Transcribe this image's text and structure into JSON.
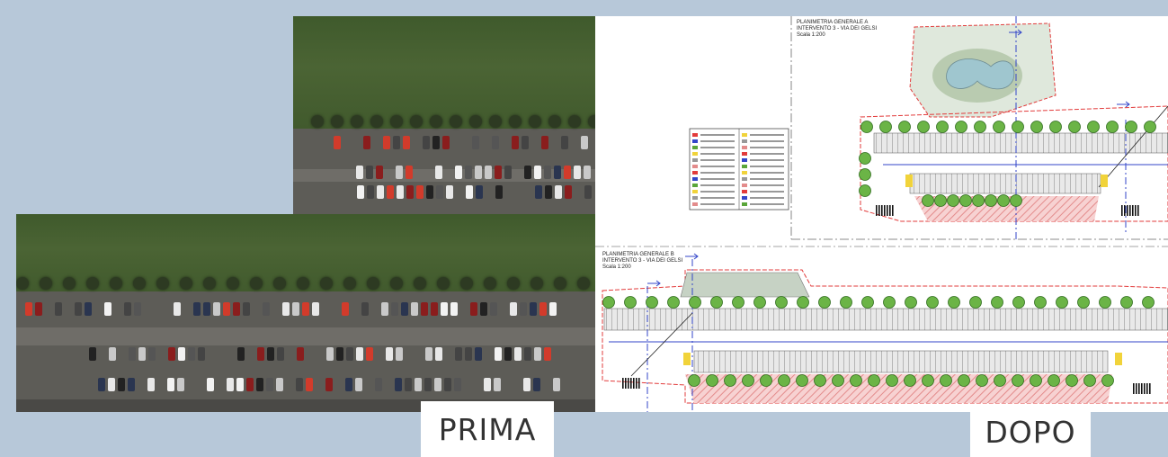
{
  "labels": {
    "before": "PRIMA",
    "after": "DOPO"
  },
  "plan_a": {
    "title_l1": "PLANIMETRIA GENERALE A",
    "title_l2": "INTERVENTO 3 - VIA DEI GELSI",
    "scale": "Scala 1:200"
  },
  "plan_b": {
    "title_l1": "PLANIMETRIA GENERALE B",
    "title_l2": "INTERVENTO 3 - VIA DEI GELSI",
    "scale": "Scala 1:200"
  },
  "colors": {
    "background": "#b7c8d9",
    "grass": "#4b6434",
    "asphalt": "#5d5c57",
    "boundary_red": "#e23b3b",
    "hatch_pink": "#f2b4b4",
    "tree_green": "#5aa63a",
    "axis_blue": "#3346c9"
  }
}
